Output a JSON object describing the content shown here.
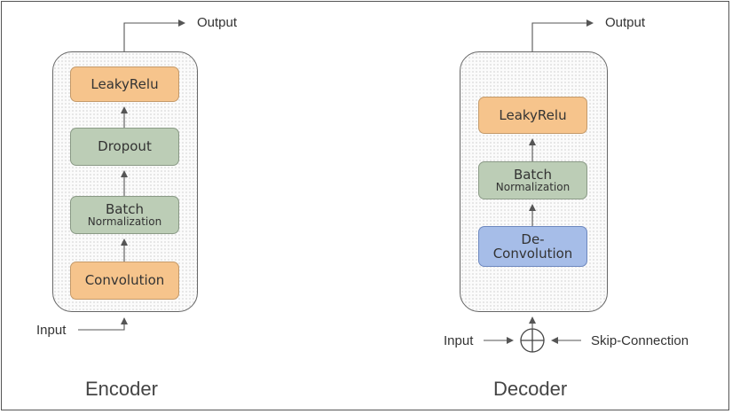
{
  "encoder": {
    "title": "Encoder",
    "input_label": "Input",
    "output_label": "Output",
    "blocks": [
      {
        "lines": [
          "LeakyRelu"
        ],
        "color": "#f6c48c"
      },
      {
        "lines": [
          "Dropout"
        ],
        "color": "#bccdb6"
      },
      {
        "lines": [
          "Batch",
          "Normalization"
        ],
        "color": "#bccdb6"
      },
      {
        "lines": [
          "Convolution"
        ],
        "color": "#f6c48c"
      }
    ]
  },
  "decoder": {
    "title": "Decoder",
    "input_label": "Input",
    "skip_label": "Skip-Connection",
    "output_label": "Output",
    "sum_symbol": "⊕",
    "blocks": [
      {
        "lines": [
          "LeakyRelu"
        ],
        "color": "#f6c48c"
      },
      {
        "lines": [
          "Batch",
          "Normalization"
        ],
        "color": "#bccdb6"
      },
      {
        "lines": [
          "De-",
          "Convolution"
        ],
        "color": "#a6bde8"
      }
    ]
  }
}
